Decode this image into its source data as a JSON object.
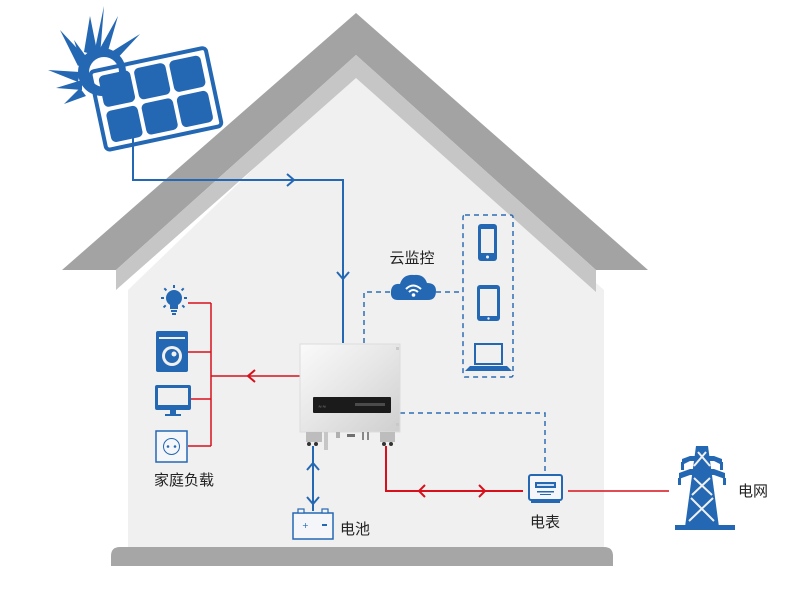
{
  "diagram": {
    "type": "home-solar-storage-system",
    "labels": {
      "loads": "家庭负载",
      "cloud": "云监控",
      "battery": "电池",
      "meter": "电表",
      "grid": "电网"
    },
    "nodes": [
      {
        "id": "solar-panel",
        "icon": "solar-panel-sun-icon"
      },
      {
        "id": "inverter",
        "icon": "hybrid-inverter"
      },
      {
        "id": "loads",
        "icon": [
          "light-bulb-icon",
          "washing-machine-icon",
          "monitor-icon",
          "power-socket-icon"
        ]
      },
      {
        "id": "cloud",
        "icon": "wifi-cloud-icon"
      },
      {
        "id": "devices",
        "icon": [
          "smartphone-icon",
          "tablet-icon",
          "laptop-icon"
        ]
      },
      {
        "id": "battery",
        "icon": "battery-icon"
      },
      {
        "id": "meter",
        "icon": "electric-meter-icon"
      },
      {
        "id": "grid",
        "icon": "transmission-tower-icon"
      }
    ],
    "connections": [
      {
        "from": "solar-panel",
        "to": "inverter",
        "style": "solid",
        "color": "blue",
        "direction": "one-way"
      },
      {
        "from": "inverter",
        "to": "loads",
        "style": "solid",
        "color": "red",
        "direction": "one-way"
      },
      {
        "from": "inverter",
        "to": "battery",
        "style": "solid",
        "color": "blue",
        "direction": "two-way"
      },
      {
        "from": "inverter",
        "to": "meter",
        "style": "solid",
        "color": "red",
        "direction": "two-way"
      },
      {
        "from": "meter",
        "to": "grid",
        "style": "solid",
        "color": "red",
        "direction": "none"
      },
      {
        "from": "inverter",
        "to": "cloud",
        "style": "dashed",
        "color": "blue",
        "direction": "none"
      },
      {
        "from": "cloud",
        "to": "devices",
        "style": "dashed",
        "color": "blue",
        "direction": "none"
      },
      {
        "from": "inverter",
        "to": "meter",
        "style": "dashed",
        "color": "blue",
        "direction": "none"
      }
    ]
  },
  "colors": {
    "icon_blue": "#2468b4",
    "power_red": "#d7101c",
    "roof_dark": "#a3a3a3",
    "roof_light": "#c4c4c4",
    "wall": "#f0f0f0",
    "foundation": "#a6a6a6"
  }
}
